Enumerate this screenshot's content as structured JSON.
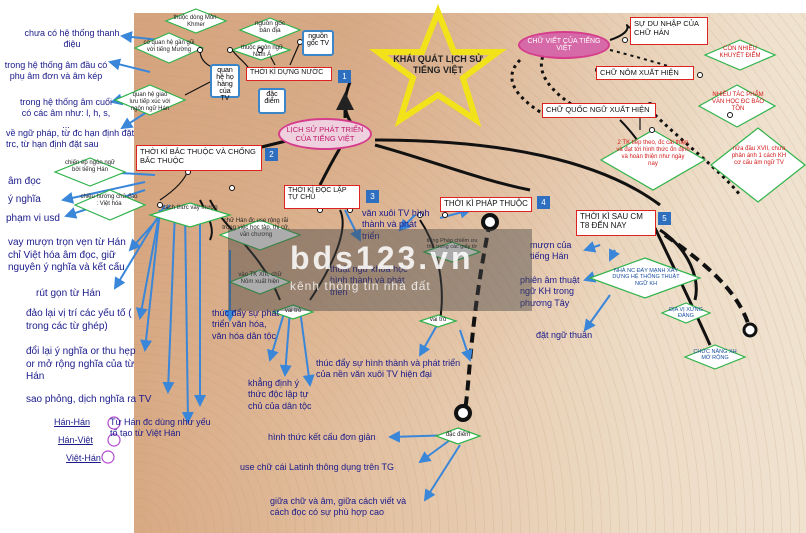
{
  "left": {
    "n1": "chưa có hệ thống thanh điệu",
    "n2": "trong hệ thống âm đầu có phụ âm đơn và âm kép",
    "n3": "trong hệ thống âm cuối có các âm như: l, h, s, ...",
    "n4": "về ngữ pháp, từ đc hạn định đặt trc, từ hạn định đặt sau",
    "n5": "âm đọc",
    "n6": "ý nghĩa",
    "n7": "phạm vi usd",
    "n8": "vay mượn trọn vẹn từ Hán chỉ Việt hóa âm đọc, giữ nguyên ý nghĩa và kết cấu",
    "n9": "rút gọn từ Hán",
    "n10": "đảo lại vị trí các yếu tố ( trong các từ ghép)",
    "n11": "đổi lại ý nghĩa or thu hẹp or mở rộng nghĩa của từ Hán",
    "n12": "sao phỏng, dịch nghĩa ra TV",
    "n13": "Hán-Hán",
    "n14": "Hán-Việt",
    "n15": "Việt-Hán",
    "n16": "Từ Hán đc dùng như yếu tố tạo từ Việt Hán"
  },
  "top": {
    "d1": "thuộc dòng Môn-Khmer",
    "d2": "có quan hệ gần gũi với tiếng Mường",
    "d3": "nguồn gốc bản địa",
    "d4": "thuộc ngôn ngữ Nam Á",
    "b1": "nguồn gốc TV",
    "b2": "quan hệ họ hàng của TV",
    "b3": "đặc điểm",
    "d5": "quan hệ giao lưu tiếp xúc với ngôn ngữ Hán",
    "r1": "THỜI KÌ DỰNG NƯỚC",
    "n1": "1"
  },
  "center": {
    "title": "KHÁI QUÁT LỊCH SỬ TIẾNG VIỆT",
    "oval": "LỊCH SỬ PHÁT TRIỂN CỦA TIẾNG VIỆT"
  },
  "p2": {
    "box": "THỜI KÌ BẮC THUỘC VÀ CHỐNG BẮC THUỘC",
    "num": "2",
    "d1": "chiến ép ngôn ngữ bởi tiếng Hán",
    "d2": "chiều hướng chủ đạo : Việt hóa",
    "d3": "cách thức vay mượn"
  },
  "p3": {
    "box": "THỜI KÌ ĐỘC LẬP TỰ CHỦ",
    "num": "3",
    "d1": "chữ Hán đc use rộng rãi trong việc học tập, thi cử, văn chương",
    "d2": "vào TK XIII, chữ Nôm xuất hiện",
    "d3": "vai trò",
    "t1": "thúc đẩy sự phát triển văn hóa, văn hóa dân tộc",
    "t2": "khẳng định ý thức độc lập tự chủ của dân tộc"
  },
  "p4": {
    "box": "THỜI KÌ PHÁP THUỘC",
    "num": "4",
    "t1": "văn xuôi TV hình thành và phát triển",
    "d1": "tiếng Pháp chiếm ưu thế trong các giấy tờ",
    "t2": "thuật ngữ khoa học hình thành và phát triển",
    "d2": "vai trò",
    "t3": "thúc đẩy sự hình thành và phát triển của nền văn xuôi TV hiện đại",
    "d3": "đặc điểm",
    "t4": "hình thức kết cấu đơn giản",
    "t5": "use chữ cái Latinh thông dụng trên TG",
    "t6": "giữa chữ và âm, giữa cách viết và cách đọc có sự phù hợp cao"
  },
  "p5": {
    "box": "THỜI KÌ SAU CM T8 ĐẾN NAY",
    "num": "5",
    "t1": "mượn của tiếng Hán",
    "t2": "phiên âm thuật ngữ KH trong phương Tây",
    "t3": "đặt ngữ thuần",
    "d1": "NHÀ NC ĐẨY MẠNH XÂY DỰNG HỆ THỐNG THUẬT NGỮ KH",
    "d2": "ĐỊA VỊ XỨNG ĐÁNG",
    "d3": "CHỨC NĂNG XH MỞ RỘNG"
  },
  "script": {
    "oval": "CHỮ VIẾT CỦA TIẾNG VIỆT",
    "r1": "SỰ DU NHẬP CỦA CHỮ HÁN",
    "r2": "CHỮ NÔM XUẤT HIỆN",
    "r3": "CHỮ QUỐC NGỮ XUẤT HIỆN",
    "d1": "CÒN NHIỀU KHUYẾT ĐIỂM",
    "d2": "NHIỀU TÁC PHẨM VĂN HỌC ĐC BẢO TỒN",
    "d3": "2 TK tiếp theo, đc cải thiện và đạt tới hình thức ổn định và hoàn thiện như ngày nay",
    "d4": "nửa đầu XVII, chưa phản ánh 1 cách KH cơ cấu âm ngữ TV"
  },
  "watermark": {
    "big": "bds123.vn",
    "small": "kênh thông tin nhà đất"
  }
}
